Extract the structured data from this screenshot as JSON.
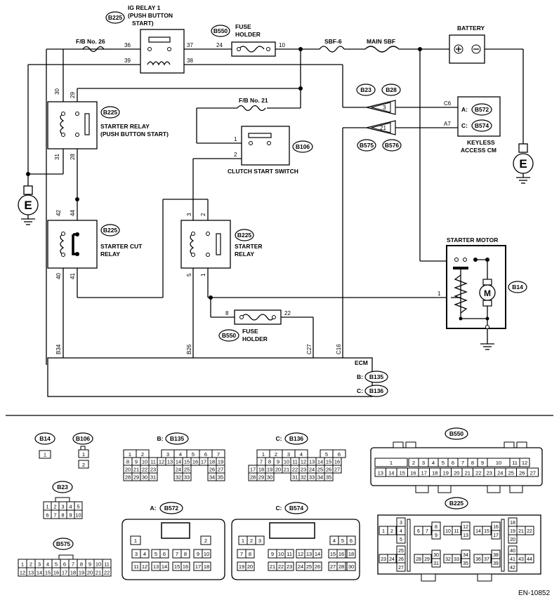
{
  "diagram": {
    "code": "EN-10852",
    "ecm": {
      "label": "ECM",
      "b": "B:",
      "b_ref": "B135",
      "c": "C:",
      "c_ref": "B136"
    },
    "ig_relay": {
      "ref": "B225",
      "label1": "IG RELAY 1",
      "label2": "(PUSH BUTTON",
      "label3": "START)",
      "p36": "36",
      "p37": "37",
      "p39": "39",
      "p38": "38"
    },
    "fuse_holder_top": {
      "ref": "B550",
      "label1": "FUSE",
      "label2": "HOLDER",
      "p24": "24",
      "p10": "10"
    },
    "fb26": "F/B No. 26",
    "sbf6": "SBF-6",
    "main_sbf": "MAIN SBF",
    "battery": "BATTERY",
    "fb21": "F/B No. 21",
    "starter_relay_pb": {
      "ref": "B225",
      "label1": "STARTER RELAY",
      "label2": "(PUSH BUTTON START)",
      "p30": "30",
      "p29": "29",
      "p31": "31",
      "p28": "28"
    },
    "b23": "B23",
    "b28": "B28",
    "b575": "B575",
    "b576": "B576",
    "pin3": "3",
    "pin21": "21",
    "c6": "C6",
    "a7": "A7",
    "keyless": {
      "a": "A:",
      "a_ref": "B572",
      "c": "C:",
      "c_ref": "B574",
      "label1": "KEYLESS",
      "label2": "ACCESS CM"
    },
    "clutch": {
      "ref": "B106",
      "label": "CLUTCH START SWITCH",
      "p1": "1",
      "p2": "2"
    },
    "starter_cut": {
      "ref": "B225",
      "label1": "STARTER CUT",
      "label2": "RELAY",
      "p42": "42",
      "p44": "44",
      "p40": "40",
      "p41": "41"
    },
    "starter_relay": {
      "ref": "B225",
      "label1": "STARTER",
      "label2": "RELAY",
      "p3": "3",
      "p2": "2",
      "p5": "5",
      "p1": "1"
    },
    "starter_motor": {
      "label": "STARTER MOTOR",
      "ref": "B14",
      "m": "M",
      "p1": "1"
    },
    "fuse_holder_bot": {
      "ref": "B550",
      "label1": "FUSE",
      "label2": "HOLDER",
      "p8": "8",
      "p22": "22"
    },
    "ground": "E",
    "ecm_pins": {
      "b34": "B34",
      "b26": "B26",
      "c27": "C27",
      "c16": "C16"
    }
  },
  "connectors": {
    "b14": {
      "ref": "B14",
      "pins": [
        "1"
      ]
    },
    "b106": {
      "ref": "B106",
      "pins": [
        "1",
        "2"
      ]
    },
    "b23": {
      "ref": "B23",
      "row1": [
        "1",
        "2",
        "3",
        "4",
        "5"
      ],
      "row2": [
        "6",
        "7",
        "8",
        "9",
        "10"
      ]
    },
    "b575": {
      "ref": "B575",
      "row1": [
        "1",
        "2",
        "3",
        "4",
        "5",
        "6",
        "7",
        "8",
        "9",
        "10",
        "11"
      ],
      "row2": [
        "12",
        "13",
        "14",
        "15",
        "16",
        "17",
        "18",
        "19",
        "20",
        "21",
        "22"
      ]
    },
    "b135": {
      "title": "B:",
      "ref": "B135",
      "rows": [
        [
          "1",
          "2",
          "",
          "3",
          "4",
          "5",
          "6",
          "7"
        ],
        [
          "8",
          "9",
          "10",
          "11",
          "12",
          "13",
          "14",
          "15",
          "16",
          "17",
          "18",
          "19"
        ],
        [
          "20",
          "21",
          "22",
          "23",
          "",
          "",
          "24",
          "25",
          "",
          "",
          "26",
          "27"
        ],
        [
          "28",
          "29",
          "30",
          "31",
          "",
          "",
          "32",
          "33",
          "",
          "",
          "34",
          "35"
        ]
      ]
    },
    "b136": {
      "title": "C:",
      "ref": "B136",
      "rows": [
        [
          "1",
          "2",
          "3",
          "4",
          "",
          "5",
          "6"
        ],
        [
          "7",
          "8",
          "9",
          "10",
          "11",
          "12",
          "13",
          "14",
          "15",
          "16"
        ],
        [
          "17",
          "18",
          "19",
          "20",
          "21",
          "22",
          "23",
          "24",
          "25",
          "26",
          "27"
        ],
        [
          "28",
          "29",
          "30",
          "",
          "",
          "31",
          "32",
          "33",
          "34",
          "35"
        ]
      ]
    },
    "b572": {
      "title": "A:",
      "ref": "B572",
      "row1": [
        "1",
        "2"
      ],
      "row2": [
        "3",
        "4",
        "5",
        "6",
        "7",
        "8",
        "9",
        "10"
      ],
      "row3": [
        "11",
        "12",
        "13",
        "14",
        "15",
        "16",
        "17",
        "18"
      ]
    },
    "b574": {
      "title": "C:",
      "ref": "B574",
      "row1": [
        "1",
        "2",
        "3",
        "4",
        "5",
        "6"
      ],
      "row2": [
        "7",
        "8",
        "9",
        "10",
        "11",
        "12",
        "13",
        "14",
        "15",
        "16",
        "17",
        "18"
      ],
      "row3": [
        "19",
        "20",
        "21",
        "22",
        "23",
        "24",
        "25",
        "26",
        "27",
        "28",
        "29",
        "30"
      ]
    },
    "b550": {
      "ref": "B550",
      "row1": [
        "1",
        "2",
        "3",
        "4",
        "5",
        "6",
        "7",
        "8",
        "9",
        "10",
        "11",
        "12"
      ],
      "row2": [
        "13",
        "14",
        "15",
        "16",
        "17",
        "18",
        "19",
        "20",
        "21",
        "22",
        "23",
        "24",
        "25",
        "26",
        "27"
      ]
    },
    "b225": {
      "ref": "B225",
      "nums": [
        "3",
        "1",
        "2",
        "4",
        "5",
        "6",
        "7",
        "8",
        "9",
        "10",
        "11",
        "12",
        "13",
        "14",
        "15",
        "16",
        "17",
        "18",
        "19",
        "21",
        "22",
        "20",
        "25",
        "26",
        "23",
        "24",
        "27",
        "28",
        "29",
        "30",
        "31",
        "32",
        "33",
        "34",
        "35",
        "36",
        "37",
        "38",
        "39",
        "40",
        "41",
        "43",
        "44",
        "42"
      ]
    }
  }
}
